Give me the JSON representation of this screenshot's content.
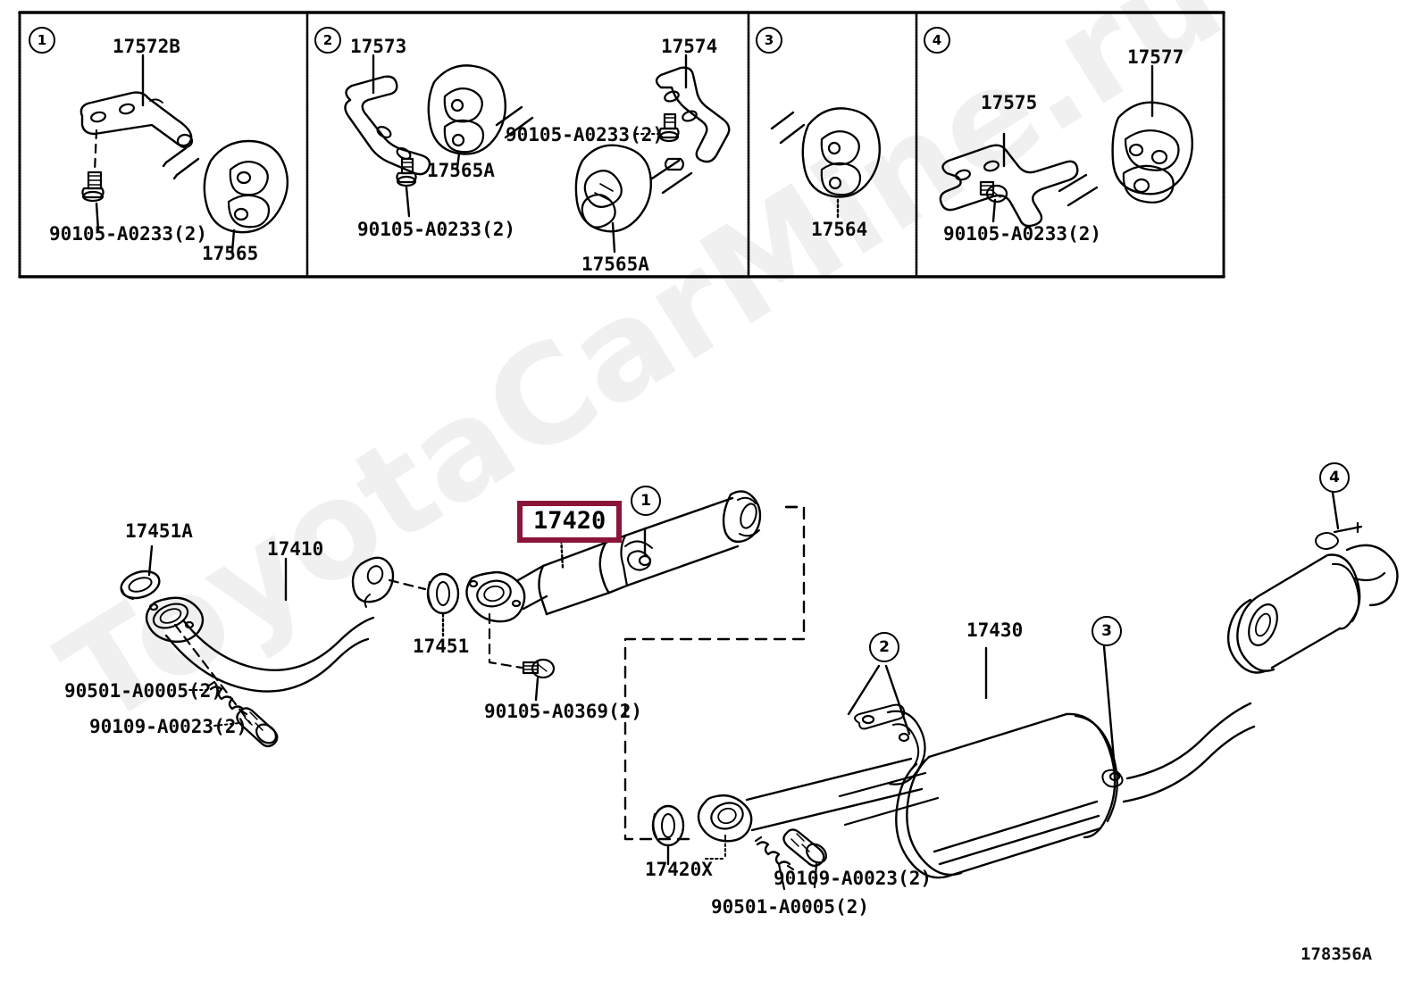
{
  "watermark": {
    "text": "ToyotaCarMine.ru"
  },
  "diagram_id": {
    "code": "178356A"
  },
  "panels": [
    {
      "number": "1",
      "labels": [
        {
          "id": "p1-17572b",
          "text": "17572B"
        },
        {
          "id": "p1-90105",
          "text": "90105-A0233(2)"
        },
        {
          "id": "p1-17565",
          "text": "17565"
        }
      ]
    },
    {
      "number": "2",
      "labels": [
        {
          "id": "p2-17573",
          "text": "17573"
        },
        {
          "id": "p2-17574",
          "text": "17574"
        },
        {
          "id": "p2-90105r",
          "text": "90105-A0233(2)"
        },
        {
          "id": "p2-17565a-top",
          "text": "17565A"
        },
        {
          "id": "p2-90105l",
          "text": "90105-A0233(2)"
        },
        {
          "id": "p2-17565a-bot",
          "text": "17565A"
        }
      ]
    },
    {
      "number": "3",
      "labels": [
        {
          "id": "p3-17564",
          "text": "17564"
        }
      ]
    },
    {
      "number": "4",
      "labels": [
        {
          "id": "p4-17577",
          "text": "17577"
        },
        {
          "id": "p4-17575",
          "text": "17575"
        },
        {
          "id": "p4-90105",
          "text": "90105-A0233(2)"
        }
      ]
    }
  ],
  "main": {
    "highlighted_part": {
      "number": "17420"
    },
    "labels": [
      {
        "id": "m-17451a",
        "text": "17451A"
      },
      {
        "id": "m-17410",
        "text": "17410"
      },
      {
        "id": "m-17451",
        "text": "17451"
      },
      {
        "id": "m-90501-left",
        "text": "90501-A0005(2)"
      },
      {
        "id": "m-90109-left",
        "text": "90109-A0023(2)"
      },
      {
        "id": "m-90105-a0369",
        "text": "90105-A0369(2)"
      },
      {
        "id": "m-17430",
        "text": "17430"
      },
      {
        "id": "m-17420x",
        "text": "17420X"
      },
      {
        "id": "m-90109-bot",
        "text": "90109-A0023(2)"
      },
      {
        "id": "m-90501-bot",
        "text": "90501-A0005(2)"
      }
    ],
    "callouts": [
      {
        "id": "c1",
        "number": "1"
      },
      {
        "id": "c2",
        "number": "2"
      },
      {
        "id": "c3",
        "number": "3"
      },
      {
        "id": "c4",
        "number": "4"
      }
    ]
  },
  "colors": {
    "highlight": "#8B1538",
    "line": "#000000",
    "watermark": "#f0f0f0"
  }
}
